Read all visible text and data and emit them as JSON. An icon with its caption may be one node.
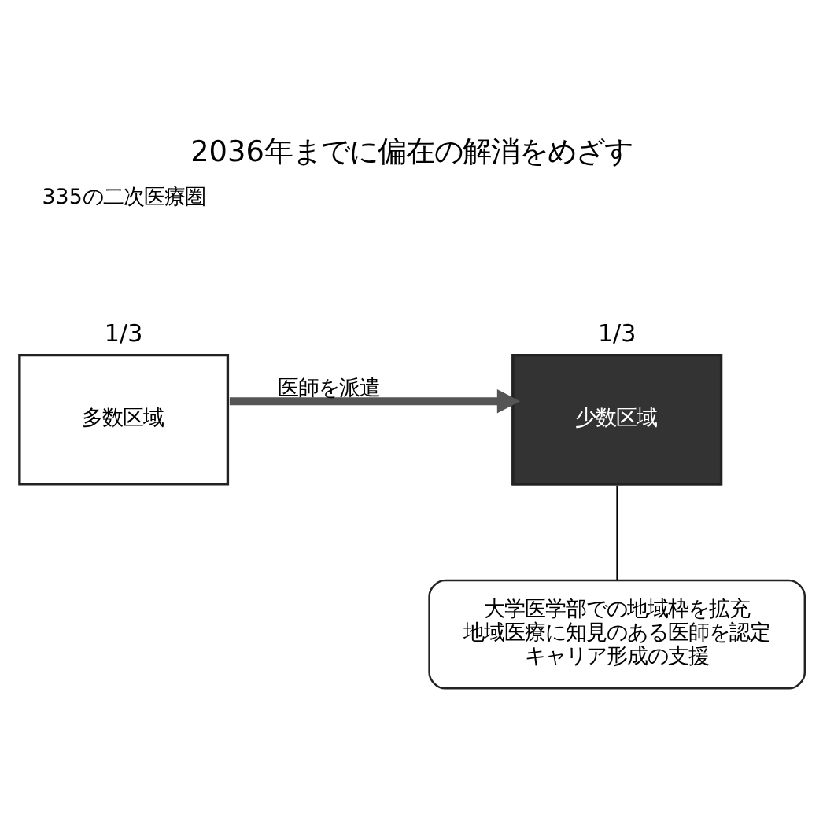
{
  "diagram": {
    "title": "2036年までに偏在の解消をめざす",
    "nodes": [
      {
        "text": [
          "多数区域"
        ],
        "beside": [
          "1/3"
        ]
      },
      {
        "text": [
          "少数区域"
        ],
        "beside": [
          "1/3"
        ]
      },
      {
        "text": [
          "大学医学部での地域枠を拡充",
          "地域医療に知見のある医師を認定",
          "キャリア形成の支援"
        ]
      }
    ],
    "edges": [
      {
        "from": 0,
        "to": 1,
        "arrow": "to",
        "label": "医師を派遣",
        "style": "thick",
        "color": "#555555"
      },
      {
        "from": 2,
        "to": 1,
        "arrow": "none"
      }
    ],
    "labels": [
      "335の二次医療圏"
    ]
  }
}
